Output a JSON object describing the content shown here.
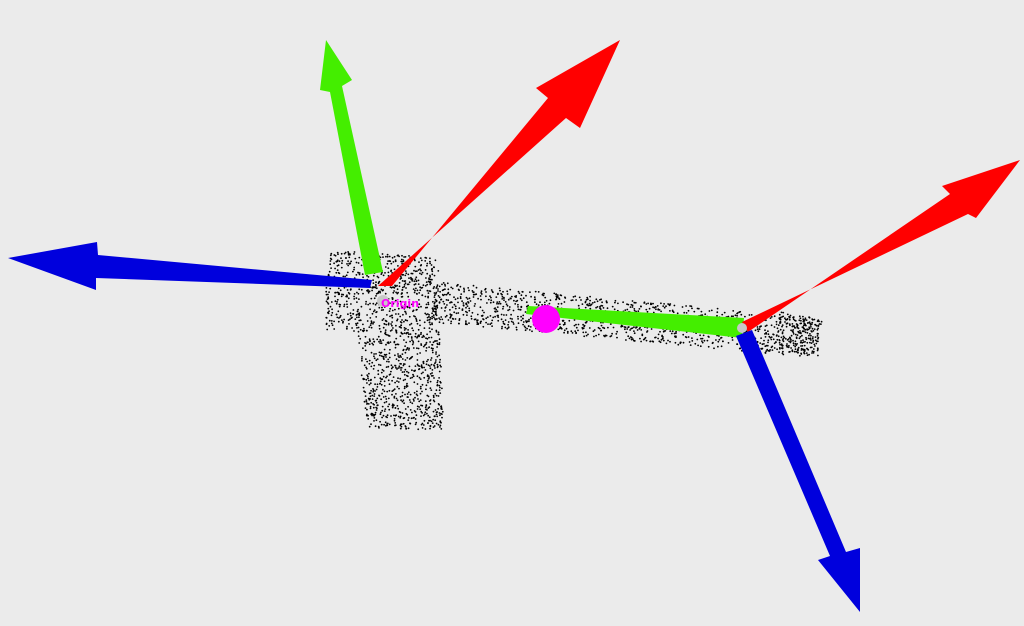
{
  "viewer": {
    "background_color": "#ebebeb",
    "origin_label": "Origin",
    "point_color": "#000000",
    "marker_color": "#ff00ff",
    "axis_colors": {
      "x": "#ff0000",
      "y": "#44ee00",
      "z": "#0000dd"
    },
    "frames": [
      {
        "name": "origin-frame",
        "label": "Origin"
      },
      {
        "name": "tool-frame",
        "label": ""
      }
    ]
  }
}
